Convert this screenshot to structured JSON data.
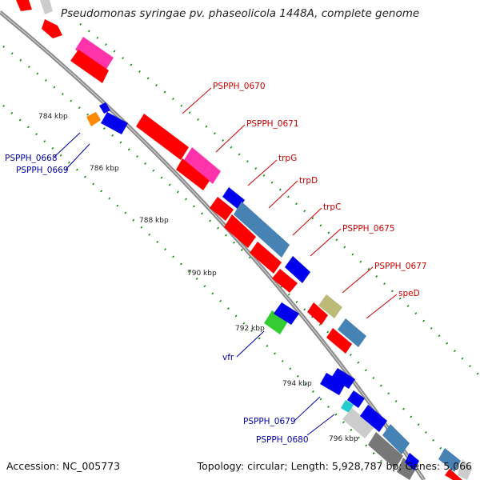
{
  "title": "Pseudomonas syringae pv. phaseolicola 1448A, complete genome",
  "accession": "Accession: NC_005773",
  "topology": "Topology: circular; Length: 5,928,787 bp; Genes: 5,066",
  "colors": {
    "backbone": "#8c8c8c",
    "tick_ring": "#008800",
    "red": "#ff0000",
    "pink": "#ff33aa",
    "blue": "#0000ee",
    "steelblue": "#4682b4",
    "orange": "#ff8800",
    "green": "#33cc33",
    "olive": "#bbbb77",
    "cyan": "#22cccc",
    "silver": "#cccccc",
    "gray": "#777777",
    "label_red": "#cc0000",
    "label_blue": "#0000aa"
  },
  "scale_labels": [
    "784 kbp",
    "786 kbp",
    "788 kbp",
    "790 kbp",
    "792 kbp",
    "794 kbp",
    "796 kbp"
  ],
  "gene_labels": [
    {
      "text": "PSPPH_0670",
      "group": "red"
    },
    {
      "text": "PSPPH_0671",
      "group": "red"
    },
    {
      "text": "trpG",
      "group": "red"
    },
    {
      "text": "trpD",
      "group": "red"
    },
    {
      "text": "trpC",
      "group": "red"
    },
    {
      "text": "PSPPH_0675",
      "group": "red"
    },
    {
      "text": "PSPPH_0677",
      "group": "red"
    },
    {
      "text": "speD",
      "group": "red"
    },
    {
      "text": "PSPPH_0668",
      "group": "blue"
    },
    {
      "text": "PSPPH_0669",
      "group": "blue"
    },
    {
      "text": "vfr",
      "group": "blue"
    },
    {
      "text": "PSPPH_0679",
      "group": "blue"
    },
    {
      "text": "PSPPH_0680",
      "group": "blue"
    }
  ]
}
